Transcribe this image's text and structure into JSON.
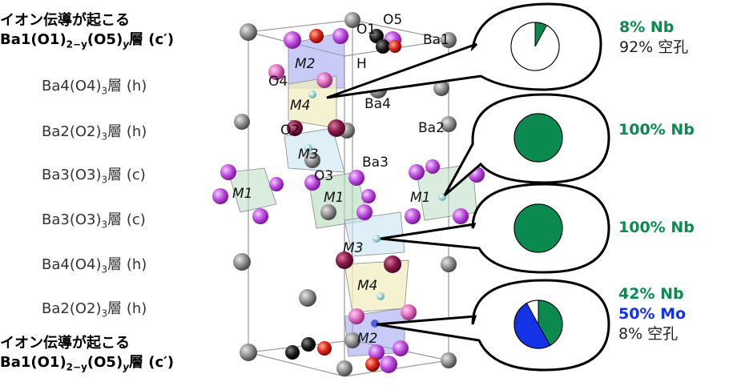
{
  "layers": [
    {
      "id": "c-prime-top",
      "line1": "イオン伝導が起こる",
      "formula": "Ba1(O1)",
      "sub1": "2−y",
      "mid": "(O5)",
      "sub2": "y",
      "suffix": "層 (c′)"
    },
    {
      "id": "h1",
      "text": "Ba4(O4)",
      "sub": "3",
      "suffix": "層 (h)"
    },
    {
      "id": "h2",
      "text": "Ba2(O2)",
      "sub": "3",
      "suffix": "層 (h)"
    },
    {
      "id": "c1",
      "text": "Ba3(O3)",
      "sub": "3",
      "suffix": "層 (c)"
    },
    {
      "id": "c2",
      "text": "Ba3(O3)",
      "sub": "3",
      "suffix": "層 (c)"
    },
    {
      "id": "h3",
      "text": "Ba4(O4)",
      "sub": "3",
      "suffix": "層 (h)"
    },
    {
      "id": "h4",
      "text": "Ba2(O2)",
      "sub": "3",
      "suffix": "層 (h)"
    },
    {
      "id": "c-prime-bottom",
      "line1": "イオン伝導が起こる",
      "formula": "Ba1(O1)",
      "sub1": "2−y",
      "mid": "(O5)",
      "sub2": "y",
      "suffix": "層 (c′)"
    }
  ],
  "atom_labels": {
    "O1": "O1",
    "O5": "O5",
    "Ba1": "Ba1",
    "H": "H",
    "M2_top": "M2",
    "O4": "O4",
    "M4_top": "M4",
    "Ba4": "Ba4",
    "O2": "O2",
    "Ba2": "Ba2",
    "M3_top": "M3",
    "Ba3": "Ba3",
    "O3": "O3",
    "M1_left": "M1",
    "M1_center": "M1",
    "M1_right": "M1",
    "M3_mid": "M3",
    "M4_low": "M4",
    "M2_low": "M2"
  },
  "occupancy": [
    {
      "site": "M4",
      "lines": [
        {
          "kind": "nb",
          "text": "8% Nb"
        },
        {
          "kind": "vac",
          "text": "92% 空孔"
        }
      ],
      "pie": [
        {
          "label": "Nb",
          "value": 8
        },
        {
          "label": "vacancy",
          "value": 92
        }
      ]
    },
    {
      "site": "M3",
      "lines": [
        {
          "kind": "nb",
          "text": "100% Nb"
        }
      ],
      "pie": [
        {
          "label": "Nb",
          "value": 100
        }
      ]
    },
    {
      "site": "M1",
      "lines": [
        {
          "kind": "nb",
          "text": "100% Nb"
        }
      ],
      "pie": [
        {
          "label": "Nb",
          "value": 100
        }
      ]
    },
    {
      "site": "M2",
      "lines": [
        {
          "kind": "nb",
          "text": "42% Nb"
        },
        {
          "kind": "mo",
          "text": "50% Mo"
        },
        {
          "kind": "vac",
          "text": "8% 空孔"
        }
      ],
      "pie": [
        {
          "label": "Nb",
          "value": 42
        },
        {
          "label": "Mo",
          "value": 50
        },
        {
          "label": "vacancy",
          "value": 8
        }
      ]
    }
  ],
  "colors": {
    "nb": "#0a8a4f",
    "mo": "#1432e6",
    "vacancy": "#ffffff",
    "ba": "#8a8a8a",
    "o": "#c050e0",
    "o_dark": "#8a1a4a",
    "h": "#1a1a1a",
    "o5": "#e02a1a"
  }
}
